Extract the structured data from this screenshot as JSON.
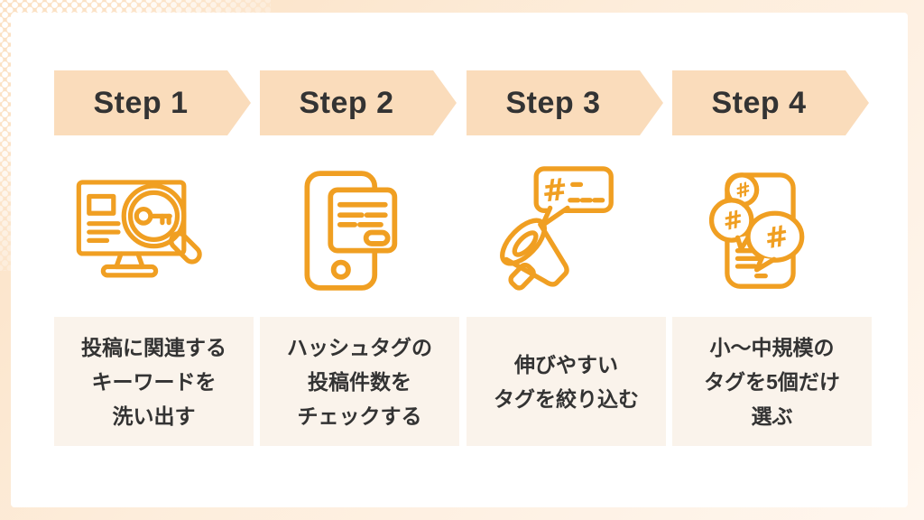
{
  "colors": {
    "accent_orange": "#F09F22",
    "arrow_peach": "#FADCBB",
    "box_cream": "#FAF3EB",
    "text_dark": "#333333",
    "frame_peach": "#FBE0C2",
    "panel_white": "#FFFFFF"
  },
  "icons": {
    "hash_symbol": "#"
  },
  "steps": [
    {
      "label": "Step 1",
      "icon": "monitor-keyword-search-icon",
      "description": "投稿に関連する\nキーワードを\n洗い出す"
    },
    {
      "label": "Step 2",
      "icon": "smartphone-post-count-icon",
      "description": "ハッシュタグの\n投稿件数を\nチェックする"
    },
    {
      "label": "Step 3",
      "icon": "megaphone-hashtag-icon",
      "description": "伸びやすい\nタグを絞り込む"
    },
    {
      "label": "Step 4",
      "icon": "smartphone-hashtag-bubbles-icon",
      "description": "小〜中規模の\nタグを5個だけ\n選ぶ"
    }
  ]
}
